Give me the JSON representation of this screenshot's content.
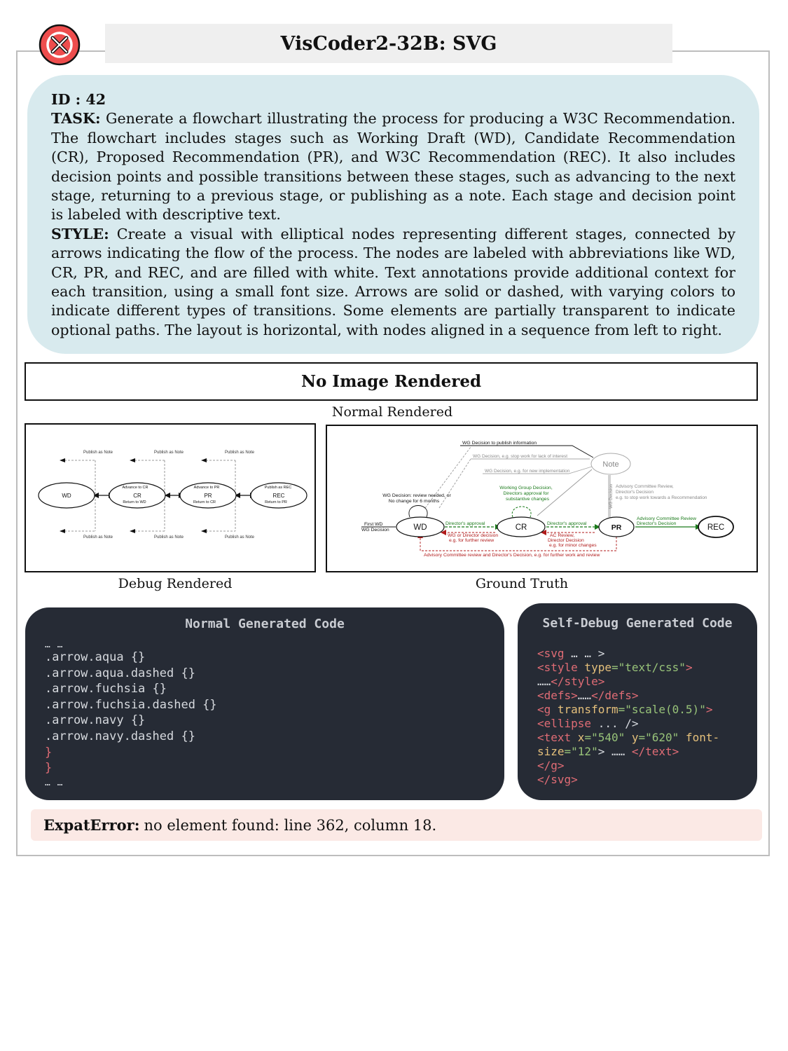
{
  "header": {
    "title": "VisCoder2-32B: SVG",
    "status_icon": "x-circle-icon",
    "status_color": "#ee4d4d"
  },
  "task": {
    "id_label": "ID : 42",
    "task_label": "TASK:",
    "task_text": "Generate a flowchart illustrating the process for producing a W3C Recommendation. The flowchart includes stages such as Working Draft (WD), Candidate Recommendation (CR), Proposed Recommendation (PR), and W3C Recommendation (REC). It also includes decision points and possible transitions between these stages, such as advancing to the next stage, returning to a previous stage, or publishing as a note. Each stage and decision point is labeled with descriptive text.",
    "style_label": "STYLE:",
    "style_text": "Create a visual with elliptical nodes representing different stages, connected by arrows indicating the flow of the process. The nodes are labeled with abbreviations like WD, CR, PR, and REC, and are filled with white. Text annotations provide additional context for each transition, using a small font size. Arrows are solid or dashed, with varying colors to indicate different types of transitions. Some elements are partially transparent to indicate optional paths. The layout is horizontal, with nodes aligned in a sequence from left to right."
  },
  "no_image": "No Image Rendered",
  "captions": {
    "normal": "Normal Rendered",
    "debug": "Debug Rendered",
    "ground_truth": "Ground Truth"
  },
  "debug_render": {
    "nodes": [
      {
        "label": "WD",
        "top": "",
        "bottom": ""
      },
      {
        "label": "CR",
        "top": "Advance to CR",
        "bottom": "Return to WD"
      },
      {
        "label": "PR",
        "top": "Advance to PR",
        "bottom": "Return to CR"
      },
      {
        "label": "REC",
        "top": "Publish as REC",
        "bottom": "Return to PR"
      }
    ],
    "note_label": "Publish as Note"
  },
  "ground_truth": {
    "nodes": [
      "WD",
      "CR",
      "PR",
      "REC",
      "Note"
    ],
    "labels": {
      "wg_publish": "WG Decision to publish information",
      "wg_stop": "WG Decision, e.g. stop work for lack of interest",
      "wg_new": "WG Decision, e.g. for new implementation",
      "wg_review_1": "WG Decision: review needed, or",
      "wg_review_2": "No change for 6 months",
      "first_wd_1": "First WD",
      "first_wd_2": "WG Decision",
      "wg_cr_1": "Working Group Decision,",
      "wg_cr_2": "Directors approval for",
      "wg_cr_3": "substantive changes",
      "dir_approval_1": "Director's approval",
      "dir_approval_2": "Director's approval",
      "ac_review_1": "Advisory Committee Review,",
      "ac_review_2": "Director's Decision",
      "ac_review_3": "e.g. to stop work towards a Recommendation",
      "wg_dir_1": "WG or Director decision",
      "wg_dir_2": "e.g. for further review",
      "ac_rev_1": "AC Review,",
      "ac_rev_2": "Director Decision",
      "ac_rev_3": "e.g. for minor changes",
      "ac_dir_final": "Advisory Committee review and Director's Decision, e.g. for further work and review",
      "acr_1": "Advisory Committee Review",
      "acr_2": "Director's Decision",
      "wg_decision_vertical": "WG Decision"
    }
  },
  "normal_code": {
    "title": "Normal Generated Code",
    "dots": "… …",
    "lines": [
      ".arrow.aqua {}",
      ".arrow.aqua.dashed {}",
      ".arrow.fuchsia {}",
      ".arrow.fuchsia.dashed {}",
      ".arrow.navy {}",
      ".arrow.navy.dashed {}"
    ],
    "close_1": "}",
    "close_2": "}",
    "dots_end": "… …"
  },
  "debug_code": {
    "title": "Self-Debug Generated Code",
    "l1_tag": "<svg",
    "l1_rest": " … … >",
    "l2_tag": "<style",
    "l2_attr": " type",
    "l2_val": "=\"text/css\"",
    "l2_end": ">",
    "l3_dots": "……",
    "l3_tag": "</style>",
    "l4_tag1": "<defs>",
    "l4_dots": "……",
    "l4_tag2": "</defs>",
    "l5_tag": "<g",
    "l5_attr": " transform",
    "l5_val": "=\"scale(0.5)\"",
    "l5_end": ">",
    "l6_tag": "<ellipse",
    "l6_rest": " ... />",
    "l7_tag": "<text",
    "l7_attr1": " x",
    "l7_val1": "=\"540\"",
    "l7_attr2": " y",
    "l7_val2": "=\"620\"",
    "l7_attr3": " font-",
    "l8_attr": "size",
    "l8_val": "=\"12\"",
    "l8_rest": "> …… ",
    "l8_tag": "</text>",
    "l9_tag": "</g>",
    "l10_tag": "</svg>"
  },
  "error": {
    "type": "ExpatError:",
    "message": "no element found: line 362, column 18."
  }
}
